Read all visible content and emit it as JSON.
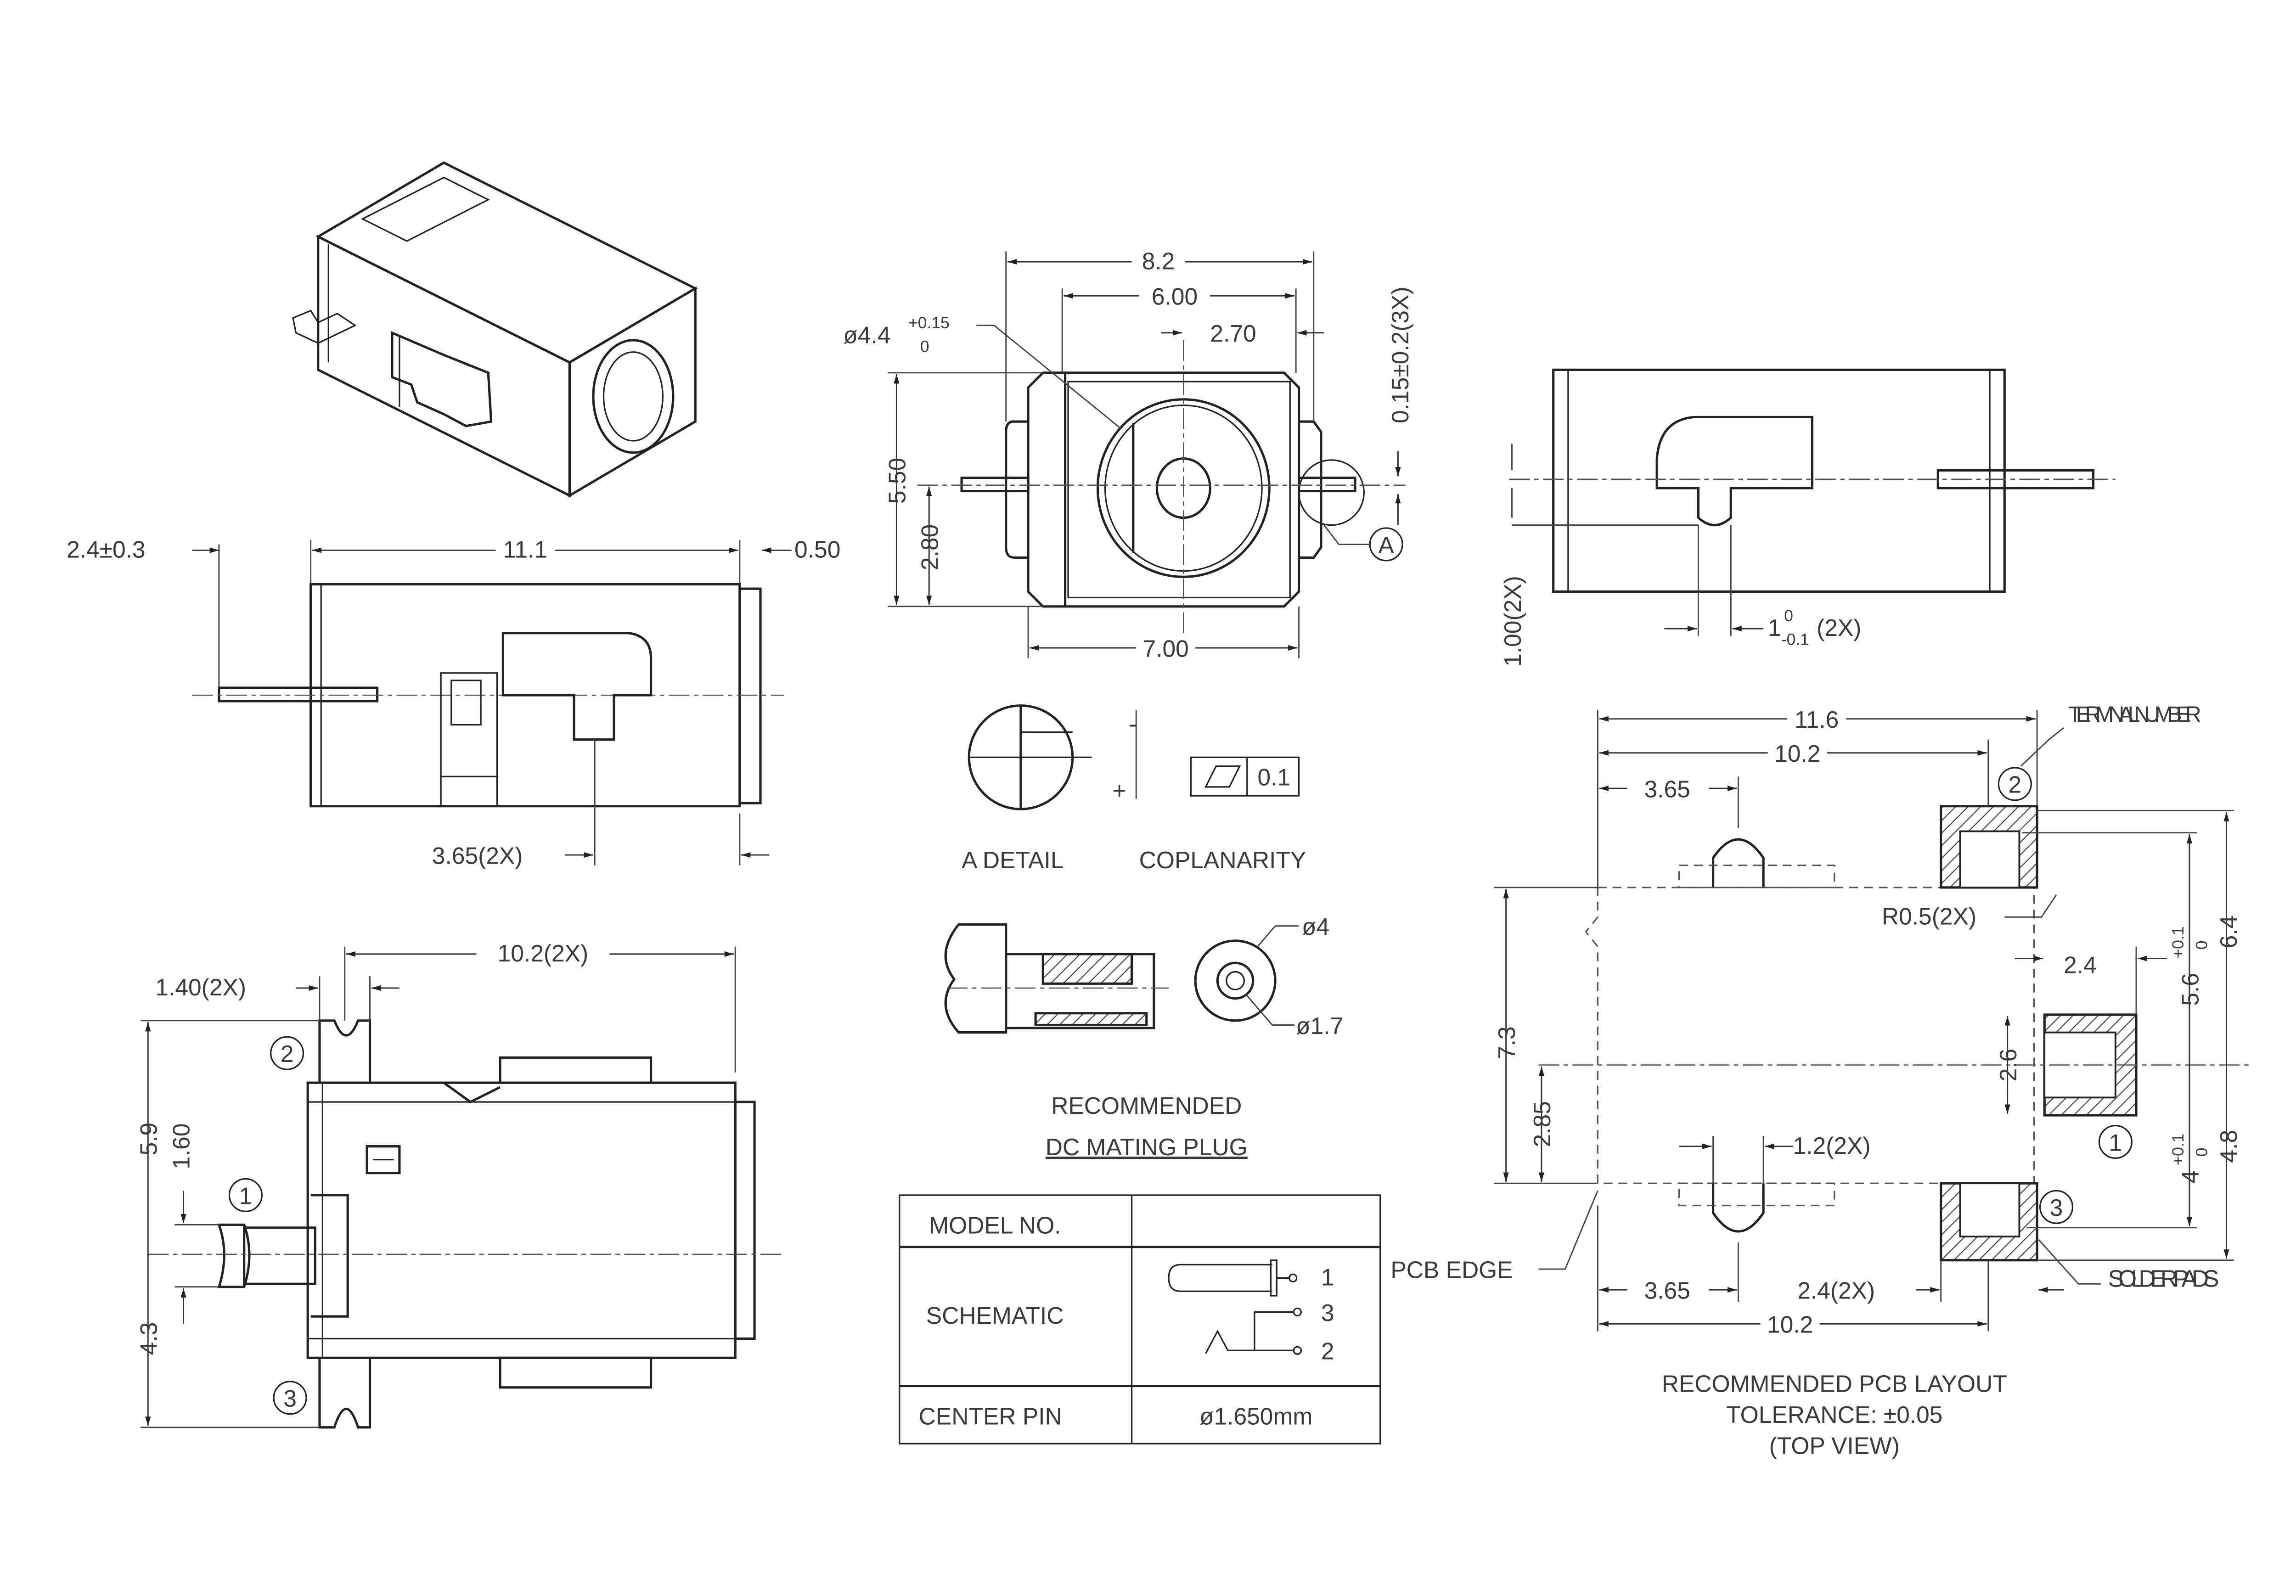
{
  "side_view": {
    "pin_len": "2.4±0.3",
    "body_len": "11.1",
    "cap": "0.50",
    "tab_pos": "3.65(2X)"
  },
  "bottom_view": {
    "term_w": "1.40(2X)",
    "term_pitch": "10.2(2X)",
    "h_top": "5.9",
    "h_pin": "1.60",
    "h_bot": "4.3",
    "pin1": "1",
    "pin2": "2",
    "pin3": "3"
  },
  "front_view": {
    "hole_dia": "ø4.4",
    "hole_tol_upper": "+0.15",
    "hole_tol_lower": "0",
    "width_overall": "8.2",
    "width_inner": "6.00",
    "offset": "2.70",
    "pin_tol": "0.15±0.2(3X)",
    "height": "5.50",
    "center_height": "2.80",
    "body_width": "7.00",
    "detail_ref": "A"
  },
  "rear_view": {
    "pin_width": "1.00(2X)",
    "tab_w_main": "1",
    "tab_w_upper": "0",
    "tab_w_lower": "-0.1",
    "tab_w_count": "(2X)"
  },
  "detail": {
    "label": "A DETAIL",
    "coplanarity_label": "COPLANARITY",
    "tolerance": "0.1",
    "minus": "-",
    "plus": "+"
  },
  "mating_plug": {
    "outer_dia": "ø4",
    "inner_dia": "ø1.7",
    "title_line1": "RECOMMENDED",
    "title_line2": "DC MATING PLUG"
  },
  "spec_table": {
    "rows": [
      {
        "label": "MODEL NO.",
        "value": ""
      },
      {
        "label": "SCHEMATIC",
        "value": ""
      },
      {
        "label": "CENTER PIN",
        "value": "ø1.650mm"
      }
    ],
    "schematic_pins": [
      "1",
      "3",
      "2"
    ]
  },
  "pcb_layout": {
    "overall_w": "11.6",
    "pad_pitch_top": "10.2",
    "slot_top": "3.65",
    "terminal_label": "TERMINAL NUMBER",
    "radius": "R0.5(2X)",
    "pad1_w": "2.4",
    "h_56": "5.6",
    "h_56_upper": "+0.1",
    "h_56_lower": "0",
    "h_64": "6.4",
    "h_73": "7.3",
    "h_285": "2.85",
    "pad1_h": "2.6",
    "slot_w": "1.2(2X)",
    "h_4": "4",
    "h_4_upper": "+0.1",
    "h_4_lower": "0",
    "h_48": "4.8",
    "slot_bottom": "3.65",
    "pad_w": "2.4(2X)",
    "pad_pitch_bottom": "10.2",
    "pcb_edge": "PCB EDGE",
    "solder_pads": "SOLDER PADS",
    "pin1": "1",
    "pin2": "2",
    "pin3": "3",
    "title_line1": "RECOMMENDED PCB LAYOUT",
    "title_line2": "TOLERANCE: ±0.05",
    "title_line3": "(TOP VIEW)"
  }
}
